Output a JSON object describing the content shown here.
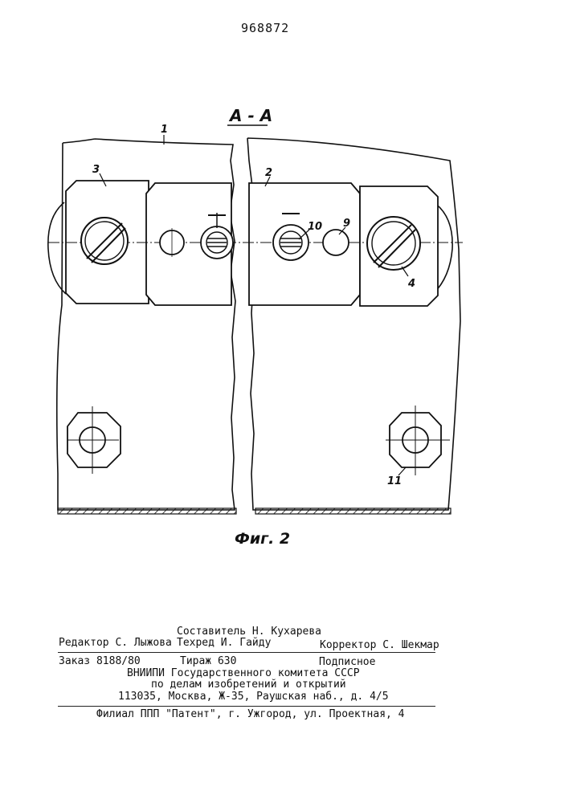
{
  "document": {
    "patent_number": "968872",
    "section_label": "А - А",
    "figure_caption": "Фиг. 2",
    "labels": {
      "part_1": "1",
      "part_2": "2",
      "part_3": "3",
      "part_4": "4",
      "part_9": "9",
      "part_10": "10",
      "part_11": "11"
    },
    "symbols": {
      "plus": "+",
      "minus": "−"
    }
  },
  "footer": {
    "compiler": "Составитель Н. Кухарева",
    "editor": "Редактор С. Лыжова",
    "techred": "Техред И. Гайду",
    "corrector": "Корректор С. Шекмар",
    "order": "Заказ 8188/80",
    "circulation": "Тираж 630",
    "subscription": "Подписное",
    "org_line1": "ВНИИПИ Государственного комитета СССР",
    "org_line2": "по делам изобретений и открытий",
    "address": "113035, Москва, Ж-35, Раушская наб., д. 4/5",
    "branch": "Филиал ППП \"Патент\", г. Ужгород, ул. Проектная, 4"
  }
}
